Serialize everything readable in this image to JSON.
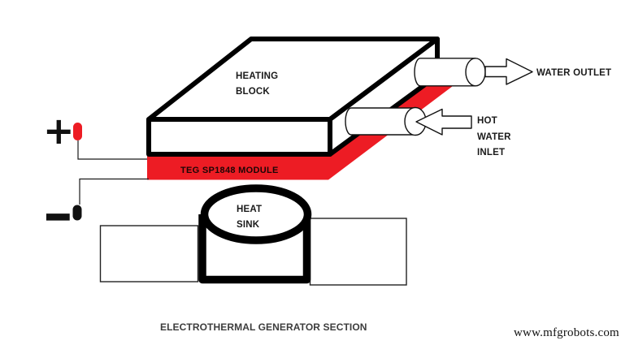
{
  "diagram": {
    "labels": {
      "heating_block": "HEATING\nBLOCK",
      "teg_module": "TEG SP1848 MODULE",
      "heat_sink": "HEAT\nSINK",
      "water_outlet": "WATER OUTLET",
      "hot_water_inlet": "HOT\nWATER\nINLET",
      "plus": "+",
      "minus": "−"
    },
    "caption": "ELECTROTHERMAL GENERATOR SECTION",
    "watermark": "www.mfgrobots.com",
    "colors": {
      "module_red": "#ED1C24",
      "ink": "#111111",
      "caption_gray": "#3d3d3d"
    }
  }
}
